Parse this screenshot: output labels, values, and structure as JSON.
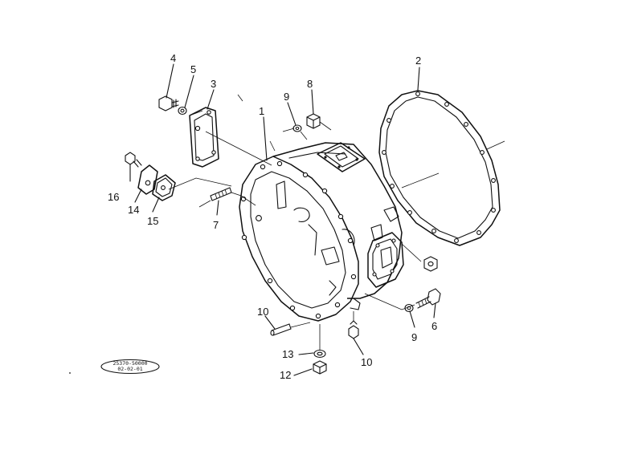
{
  "labels": {
    "l1": "1",
    "l2": "2",
    "l3": "3",
    "l4": "4",
    "l5": "5",
    "l6": "6",
    "l7": "7",
    "l8": "8",
    "l9a": "9",
    "l9b": "9",
    "l10a": "10",
    "l10b": "10",
    "l12": "12",
    "l13": "13",
    "l14": "14",
    "l15": "15",
    "l16": "16"
  },
  "stamp": {
    "line1": "25370-50000",
    "line2": "02-02-01"
  }
}
